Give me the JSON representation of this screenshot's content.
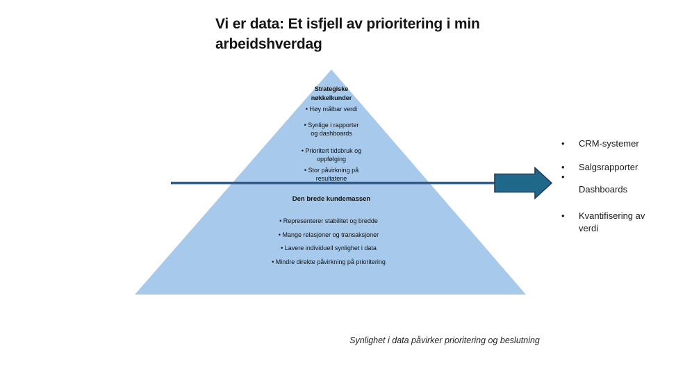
{
  "slide": {
    "title": "Vi er data: Et isfjell av prioritering i min arbeidshverdag",
    "caption": "Synlighet i data påvirker prioritering og beslutning"
  },
  "pyramid": {
    "top_section": {
      "heading": "Strategiske nøkkelkunder",
      "bullets": [
        "• Høy målbar verdi",
        "• Synlige i rapporter og dashboards",
        "• Prioritert tidsbruk og oppfølging",
        "• Stor påvirkning på resultatene"
      ]
    },
    "bottom_section": {
      "heading": "Den brede kundemassen",
      "bullets": [
        "• Representerer stabilitet og bredde",
        "• Mange relasjoner og transaksjoner",
        "• Lavere individuell synlighet i data",
        "• Mindre direkte påvirkning på prioritering"
      ]
    }
  },
  "right_list": {
    "items": [
      {
        "bullet": "•",
        "text": "CRM-systemer"
      },
      {
        "bullet": "•",
        "text": "Salgsrapporter"
      },
      {
        "bullet": "•",
        "text": ""
      },
      {
        "bullet": "",
        "text": "Dashboards"
      },
      {
        "bullet": "•",
        "text": "Kvantifisering av verdi"
      }
    ]
  },
  "colors": {
    "triangle_fill": "#a6c9ec",
    "divider_outer": "#24466b",
    "divider_core": "#4a7fbe",
    "arrow_fill": "#1f6889",
    "arrow_stroke": "#213f5f"
  }
}
